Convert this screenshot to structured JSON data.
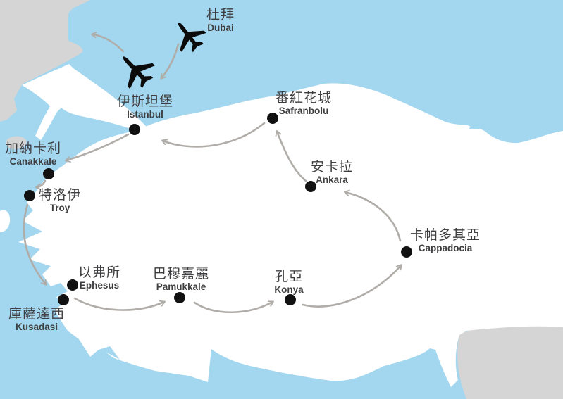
{
  "map": {
    "title": "Turkey tour route map",
    "colors": {
      "sea": "#a3d6ef",
      "turkey_land": "#ffffff",
      "neighbor_land": "#d5d5d5",
      "route_arrow": "#b0ada9",
      "city_marker": "#111111",
      "label_text": "#3e3e40"
    },
    "icons": {
      "airplane": "airplane-icon",
      "city_marker": "city-dot",
      "route": "curved-arrow"
    }
  },
  "cities": [
    {
      "zh": "杜拜",
      "en": "Dubai"
    },
    {
      "zh": "伊斯坦堡",
      "en": "Istanbul"
    },
    {
      "zh": "番紅花城",
      "en": "Safranbolu"
    },
    {
      "zh": "加納卡利",
      "en": "Canakkale"
    },
    {
      "zh": "特洛伊",
      "en": "Troy"
    },
    {
      "zh": "安卡拉",
      "en": "Ankara"
    },
    {
      "zh": "卡帕多其亞",
      "en": "Cappadocia"
    },
    {
      "zh": "以弗所",
      "en": "Ephesus"
    },
    {
      "zh": "庫薩達西",
      "en": "Kusadasi"
    },
    {
      "zh": "巴穆嘉麗",
      "en": "Pamukkale"
    },
    {
      "zh": "孔亞",
      "en": "Konya"
    }
  ],
  "routes": [
    {
      "from": "Dubai",
      "to": "Istanbul",
      "mode": "flight"
    },
    {
      "from": "Istanbul",
      "to": "Canakkale",
      "mode": "ground"
    },
    {
      "from": "Canakkale",
      "to": "Troy",
      "mode": "ground"
    },
    {
      "from": "Troy",
      "to": "Kusadasi",
      "mode": "ground"
    },
    {
      "from": "Kusadasi",
      "to": "Pamukkale",
      "mode": "ground"
    },
    {
      "from": "Pamukkale",
      "to": "Konya",
      "mode": "ground"
    },
    {
      "from": "Konya",
      "to": "Cappadocia",
      "mode": "ground"
    },
    {
      "from": "Cappadocia",
      "to": "Ankara",
      "mode": "ground"
    },
    {
      "from": "Ankara",
      "to": "Safranbolu",
      "mode": "ground"
    },
    {
      "from": "Safranbolu",
      "to": "Istanbul",
      "mode": "ground"
    },
    {
      "from": "Istanbul",
      "to": "departure",
      "mode": "flight"
    }
  ]
}
